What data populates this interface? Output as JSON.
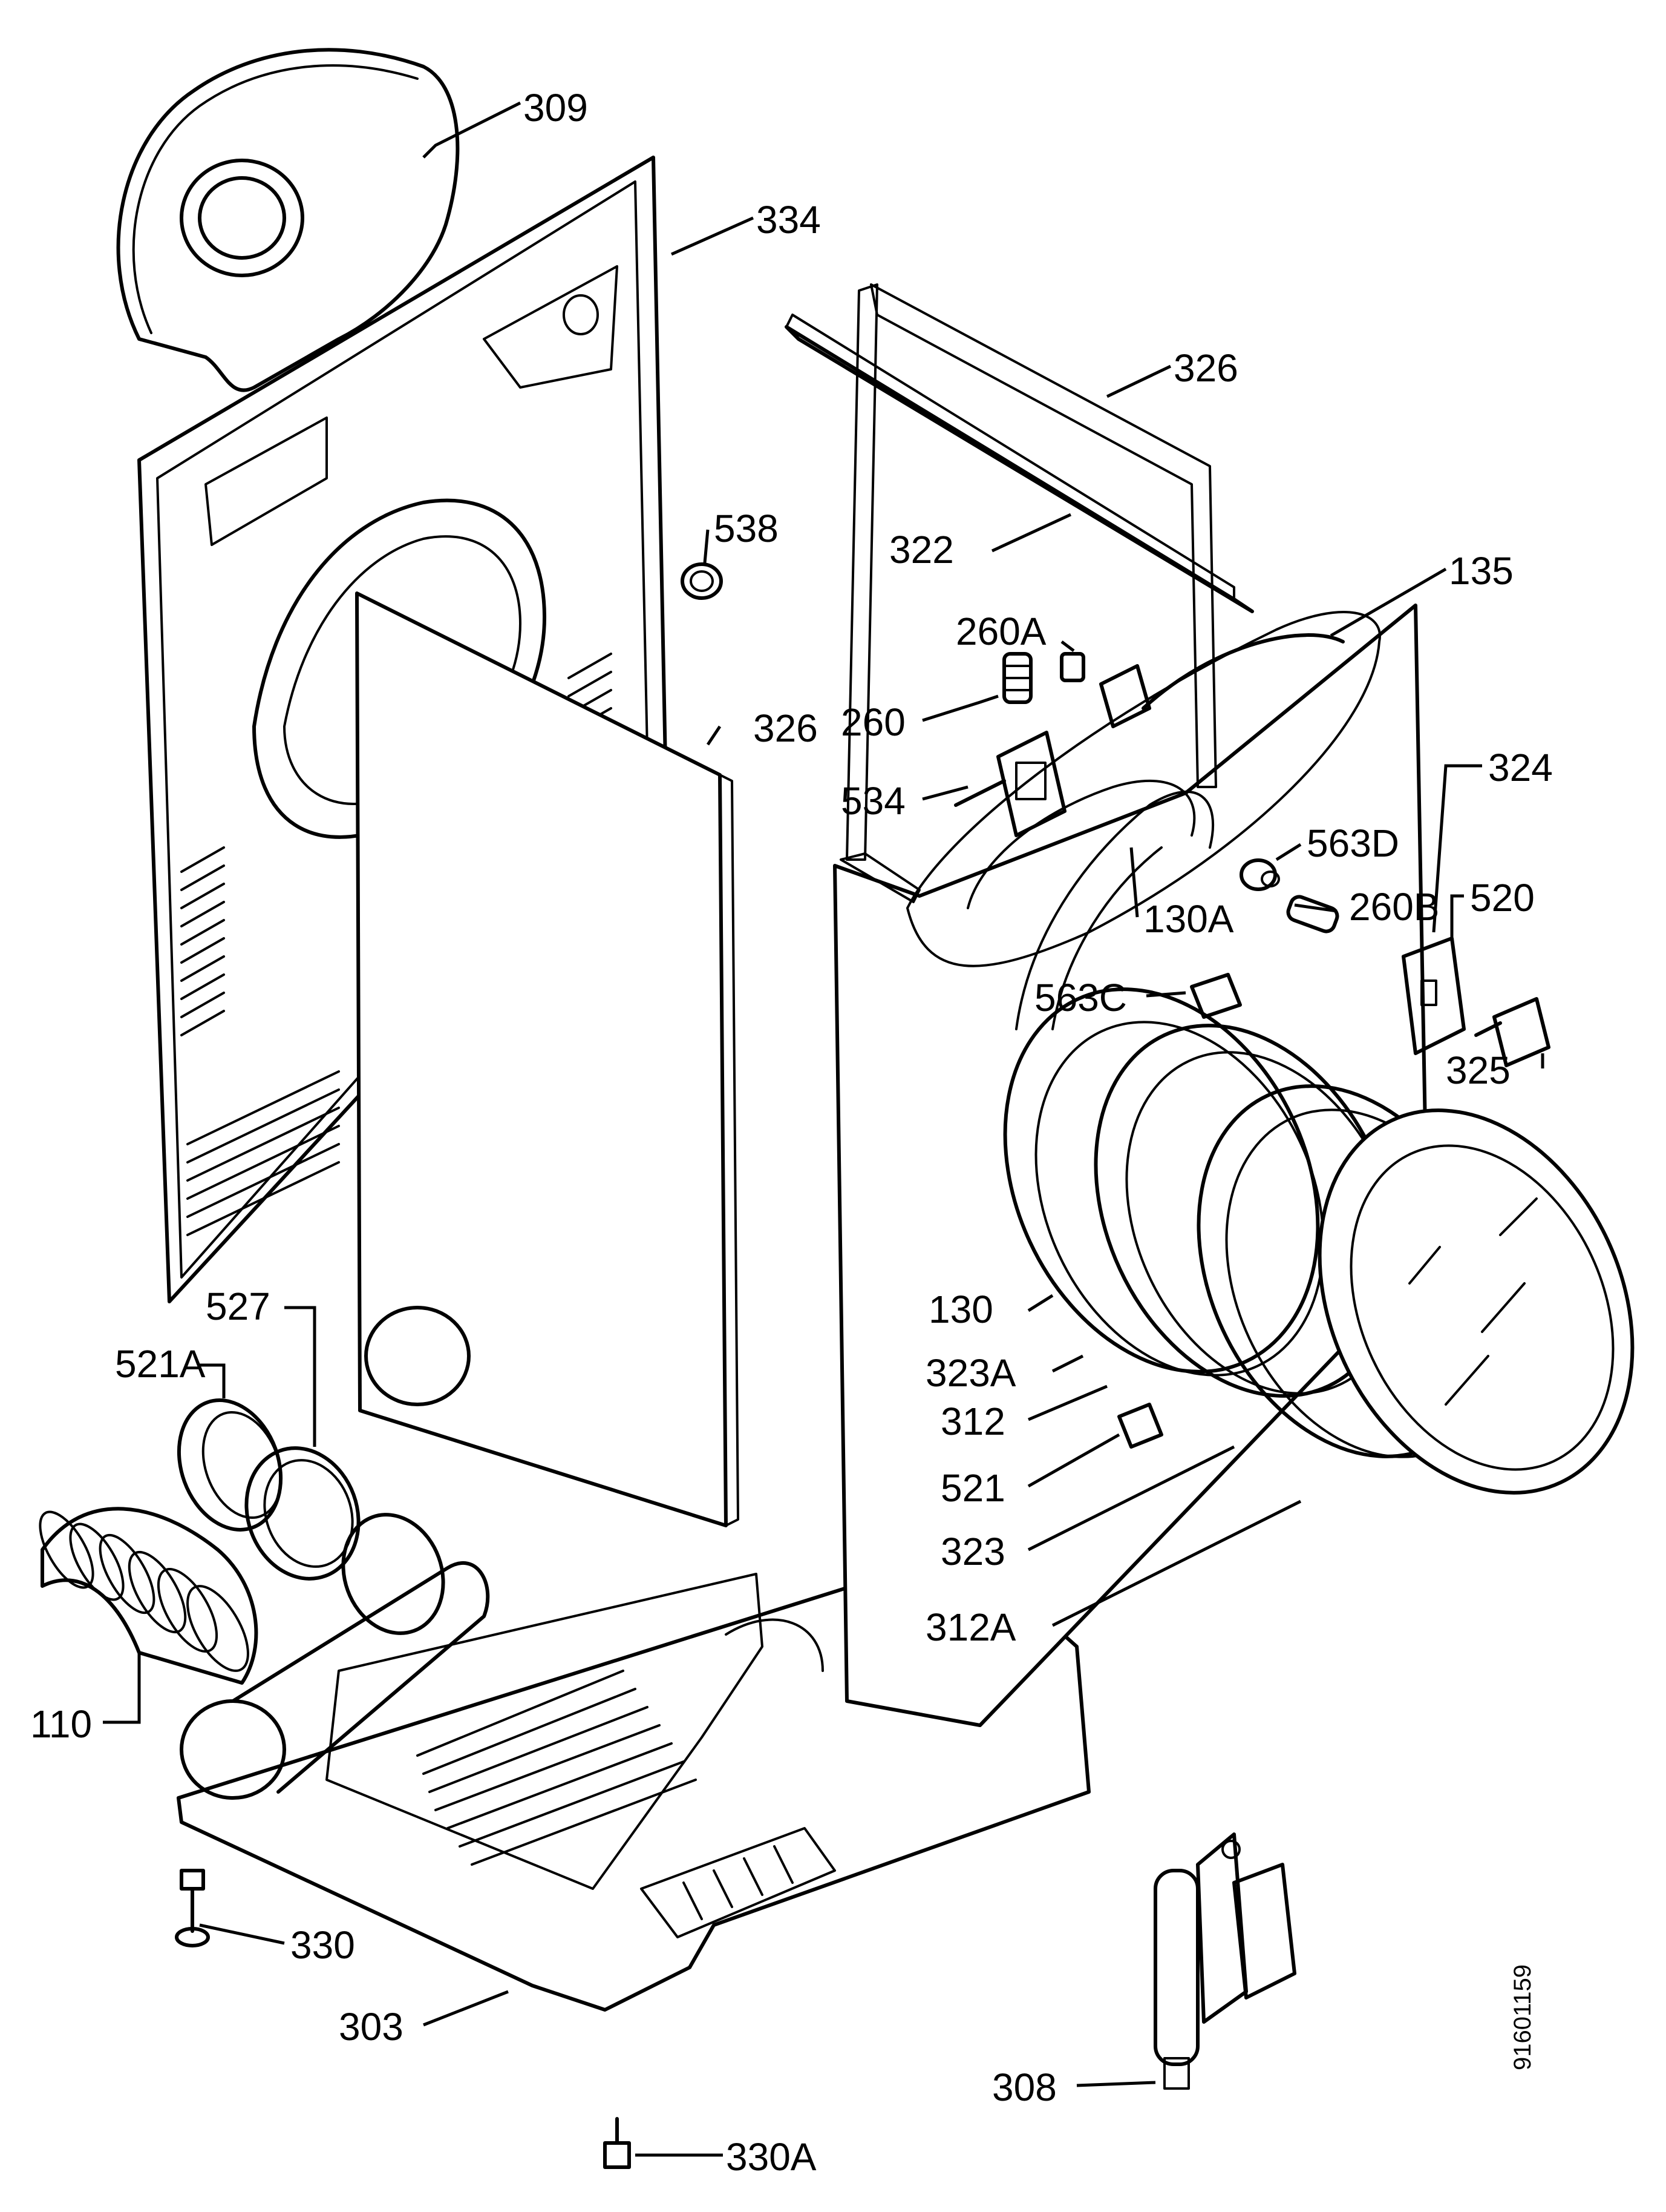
{
  "diagram": {
    "callouts": [
      "309",
      "334",
      "326",
      "538",
      "322",
      "135",
      "260A",
      "260",
      "326",
      "534",
      "324",
      "563D",
      "260B",
      "520",
      "130A",
      "563C",
      "325",
      "527",
      "521A",
      "130",
      "323A",
      "312",
      "521",
      "323",
      "312A",
      "110",
      "330",
      "308",
      "303",
      "330A"
    ],
    "document_id": "91601159"
  }
}
